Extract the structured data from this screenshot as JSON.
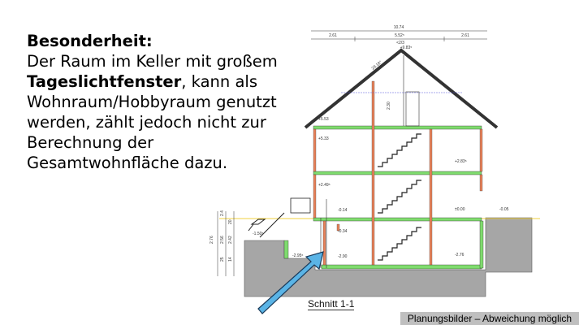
{
  "text": {
    "heading": "Besonderheit:",
    "line1": "Der Raum im Keller mit großem",
    "bold_word": "Tageslichtfenster",
    "line2_rest": ", kann als",
    "line3": "Wohnraum/Hobbyraum genutzt",
    "line4": "werden, zählt jedoch nicht zur",
    "line5": "Berechnung der",
    "line6": "Gesamtwohnfläche dazu."
  },
  "drawing": {
    "caption": "Schnitt 1-1",
    "dims_top": {
      "total": "10.74",
      "left": "2.61",
      "middle": "5.52⁵",
      "right": "2.61",
      "pitch": "<2/3"
    },
    "levels": {
      "ridge": "+9.83⁵",
      "attic_floor": "+5.53",
      "upper_ceiling": "+5.33",
      "upper_right": "+2.83⁵",
      "first_floor": "+2.49⁵",
      "ground_left": "-0.14",
      "ground_right": "±0.00",
      "terrain_right": "-0.05",
      "basement_ceiling": "-0.34",
      "basement_left": "-2.90",
      "basement_right": "-2.76",
      "lightwell": "-2.95⁵",
      "terrain_left": "-1.50⁵"
    },
    "attic_height": "2.30",
    "roof_angle": "29.18°",
    "dims_left": [
      "2.76",
      "2.56",
      "2.42",
      "25",
      "14",
      "20",
      "2.4"
    ],
    "colors": {
      "slab": "#7fdc6e",
      "wall": "#e8825a",
      "ground": "#a6a6a6",
      "arrow": "#5ab4e6",
      "grade": "#f0d040"
    }
  },
  "note": "Planungsbilder – Abweichung möglich"
}
